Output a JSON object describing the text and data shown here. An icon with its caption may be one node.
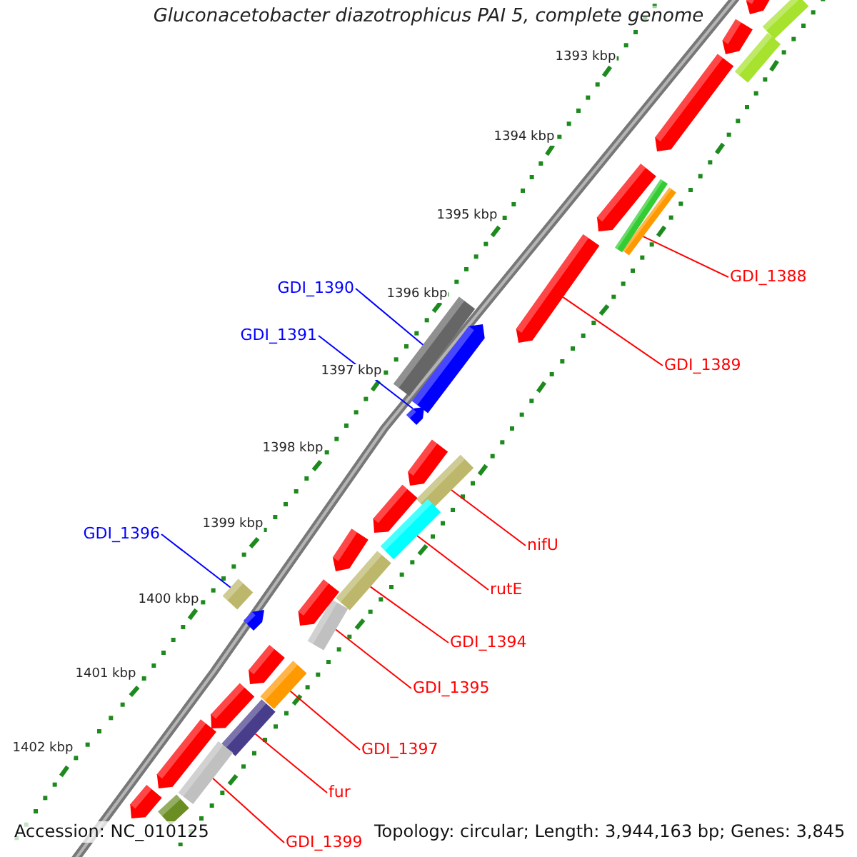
{
  "diagram": {
    "title": "Gluconacetobacter diazotrophicus PAI 5, complete genome",
    "nodes": [
      {
        "text": [
          "GDI_1388"
        ]
      },
      {
        "text": [
          "GDI_1390"
        ]
      },
      {
        "text": [
          "GDI_1391"
        ]
      },
      {
        "text": [
          "GDI_1389"
        ]
      },
      {
        "text": [
          "GDI_1396"
        ]
      },
      {
        "text": [
          "nifU"
        ]
      },
      {
        "text": [
          "rutE"
        ]
      },
      {
        "text": [
          "GDI_1394"
        ]
      },
      {
        "text": [
          "GDI_1395"
        ]
      },
      {
        "text": [
          "GDI_1397"
        ]
      },
      {
        "text": [
          "fur"
        ]
      },
      {
        "text": [
          "GDI_1399"
        ]
      },
      {
        "text": [],
        "shape": "bar"
      },
      {
        "text": [],
        "shape": "bar"
      },
      {
        "text": [],
        "shape": "bar"
      },
      {
        "text": [],
        "shape": "bar"
      },
      {
        "text": [],
        "shape": "bar"
      },
      {
        "text": [],
        "shape": "bar"
      },
      {
        "text": [],
        "shape": "bar"
      },
      {
        "text": [],
        "shape": "bar"
      },
      {
        "text": [],
        "shape": "bar"
      },
      {
        "text": [],
        "shape": "bar"
      },
      {
        "text": [],
        "shape": "bar"
      },
      {
        "text": [],
        "shape": "bar"
      },
      {
        "text": [],
        "shape": "bar"
      },
      {
        "text": [],
        "shape": "bar"
      },
      {
        "text": [],
        "shape": "bar"
      },
      {
        "text": [],
        "shape": "bar"
      },
      {
        "text": [],
        "shape": "bar"
      },
      {
        "text": [],
        "shape": "bar"
      },
      {
        "text": [],
        "shape": "bar"
      },
      {
        "text": [],
        "shape": "bar"
      },
      {
        "text": [],
        "shape": "bar"
      },
      {
        "text": [],
        "shape": "bar"
      },
      {
        "text": [],
        "shape": "bar"
      },
      {
        "text": [],
        "shape": "bar"
      },
      {
        "text": [],
        "shape": "bar"
      },
      {
        "text": [],
        "shape": "bar"
      },
      {
        "text": [],
        "shape": "bar"
      },
      {
        "text": [],
        "shape": "bar"
      },
      {
        "text": [],
        "shape": "bar"
      },
      {
        "text": [],
        "shape": "bar"
      }
    ],
    "edges": [
      {
        "from": 0,
        "to": 12,
        "arrow": "none"
      },
      {
        "from": 1,
        "to": 13,
        "arrow": "none",
        "color": "#0000ff"
      },
      {
        "from": 2,
        "to": 14,
        "arrow": "none",
        "color": "#0000ff"
      },
      {
        "from": 3,
        "to": 15,
        "arrow": "none"
      },
      {
        "from": 4,
        "to": 16,
        "arrow": "none",
        "color": "#0000ff"
      },
      {
        "from": 5,
        "to": 17,
        "arrow": "none"
      },
      {
        "from": 6,
        "to": 18,
        "arrow": "none"
      },
      {
        "from": 7,
        "to": 19,
        "arrow": "none"
      },
      {
        "from": 8,
        "to": 20,
        "arrow": "none"
      },
      {
        "from": 9,
        "to": 21,
        "arrow": "none"
      },
      {
        "from": 10,
        "to": 22,
        "arrow": "none"
      },
      {
        "from": 11,
        "to": 23,
        "arrow": "none"
      }
    ],
    "labels": [
      "1393 kbp",
      "1394 kbp",
      "1395 kbp",
      "1396 kbp",
      "1397 kbp",
      "1398 kbp",
      "1399 kbp",
      "1400 kbp",
      "1401 kbp",
      "1402 kbp",
      "Accession: NC_010125",
      "Topology: circular; Length: 3,944,163 bp; Genes: 3,845"
    ]
  }
}
